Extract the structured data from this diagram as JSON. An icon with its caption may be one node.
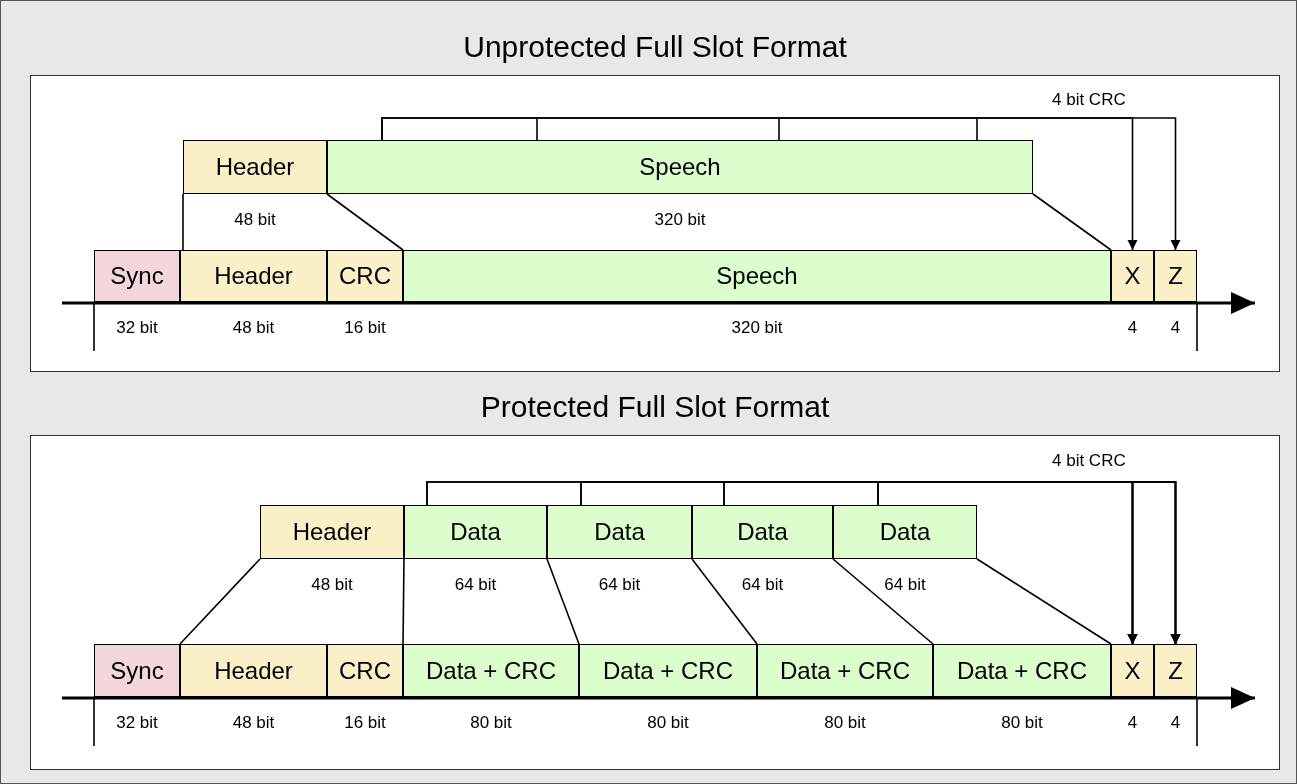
{
  "diagram": {
    "nodes": [
      {
        "text": [
          "Unprotected Full Slot Format"
        ]
      },
      {
        "text": [
          "Header"
        ],
        "in": 0,
        "beside": [
          "48 bit"
        ]
      },
      {
        "text": [
          "Speech"
        ],
        "in": 0,
        "beside": [
          "320 bit"
        ]
      },
      {
        "text": [
          "Sync"
        ],
        "in": 0,
        "beside": [
          "32 bit"
        ]
      },
      {
        "text": [
          "Header"
        ],
        "in": 0,
        "beside": [
          "48 bit"
        ]
      },
      {
        "text": [
          "CRC"
        ],
        "in": 0,
        "beside": [
          "16 bit"
        ]
      },
      {
        "text": [
          "Speech"
        ],
        "in": 0,
        "beside": [
          "320 bit"
        ]
      },
      {
        "text": [
          "X"
        ],
        "in": 0,
        "beside": [
          "4"
        ]
      },
      {
        "text": [
          "Z"
        ],
        "in": 0,
        "beside": [
          "4"
        ]
      },
      {
        "text": [
          "Protected Full Slot Format"
        ]
      },
      {
        "text": [
          "Header"
        ],
        "in": 9,
        "beside": [
          "48 bit"
        ]
      },
      {
        "text": [
          "Data"
        ],
        "in": 9,
        "beside": [
          "64 bit"
        ]
      },
      {
        "text": [
          "Data"
        ],
        "in": 9,
        "beside": [
          "64 bit"
        ]
      },
      {
        "text": [
          "Data"
        ],
        "in": 9,
        "beside": [
          "64 bit"
        ]
      },
      {
        "text": [
          "Data"
        ],
        "in": 9,
        "beside": [
          "64 bit"
        ]
      },
      {
        "text": [
          "Sync"
        ],
        "in": 9,
        "beside": [
          "32 bit"
        ]
      },
      {
        "text": [
          "Header"
        ],
        "in": 9,
        "beside": [
          "48 bit"
        ]
      },
      {
        "text": [
          "CRC"
        ],
        "in": 9,
        "beside": [
          "16 bit"
        ]
      },
      {
        "text": [
          "Data + CRC"
        ],
        "in": 9,
        "beside": [
          "80 bit"
        ]
      },
      {
        "text": [
          "Data + CRC"
        ],
        "in": 9,
        "beside": [
          "80 bit"
        ]
      },
      {
        "text": [
          "Data + CRC"
        ],
        "in": 9,
        "beside": [
          "80 bit"
        ]
      },
      {
        "text": [
          "Data + CRC"
        ],
        "in": 9,
        "beside": [
          "80 bit"
        ]
      },
      {
        "text": [
          "X"
        ],
        "in": 9,
        "beside": [
          "4"
        ]
      },
      {
        "text": [
          "Z"
        ],
        "in": 9,
        "beside": [
          "4"
        ]
      }
    ],
    "edges": [
      {
        "from": 2,
        "to": 7,
        "arrow": "to"
      },
      {
        "from": 2,
        "to": 8,
        "arrow": "to"
      },
      {
        "from": 11,
        "to": 22,
        "arrow": "to"
      },
      {
        "from": 11,
        "to": 23,
        "arrow": "to"
      },
      {
        "from": 12,
        "to": 22,
        "arrow": "to"
      },
      {
        "from": 12,
        "to": 23,
        "arrow": "to"
      },
      {
        "from": 13,
        "to": 22,
        "arrow": "to"
      },
      {
        "from": 13,
        "to": 23,
        "arrow": "to"
      },
      {
        "from": 14,
        "to": 22,
        "arrow": "to"
      },
      {
        "from": 14,
        "to": 23,
        "arrow": "to"
      }
    ],
    "labels": [
      "4 bit CRC",
      "4 bit CRC"
    ]
  }
}
